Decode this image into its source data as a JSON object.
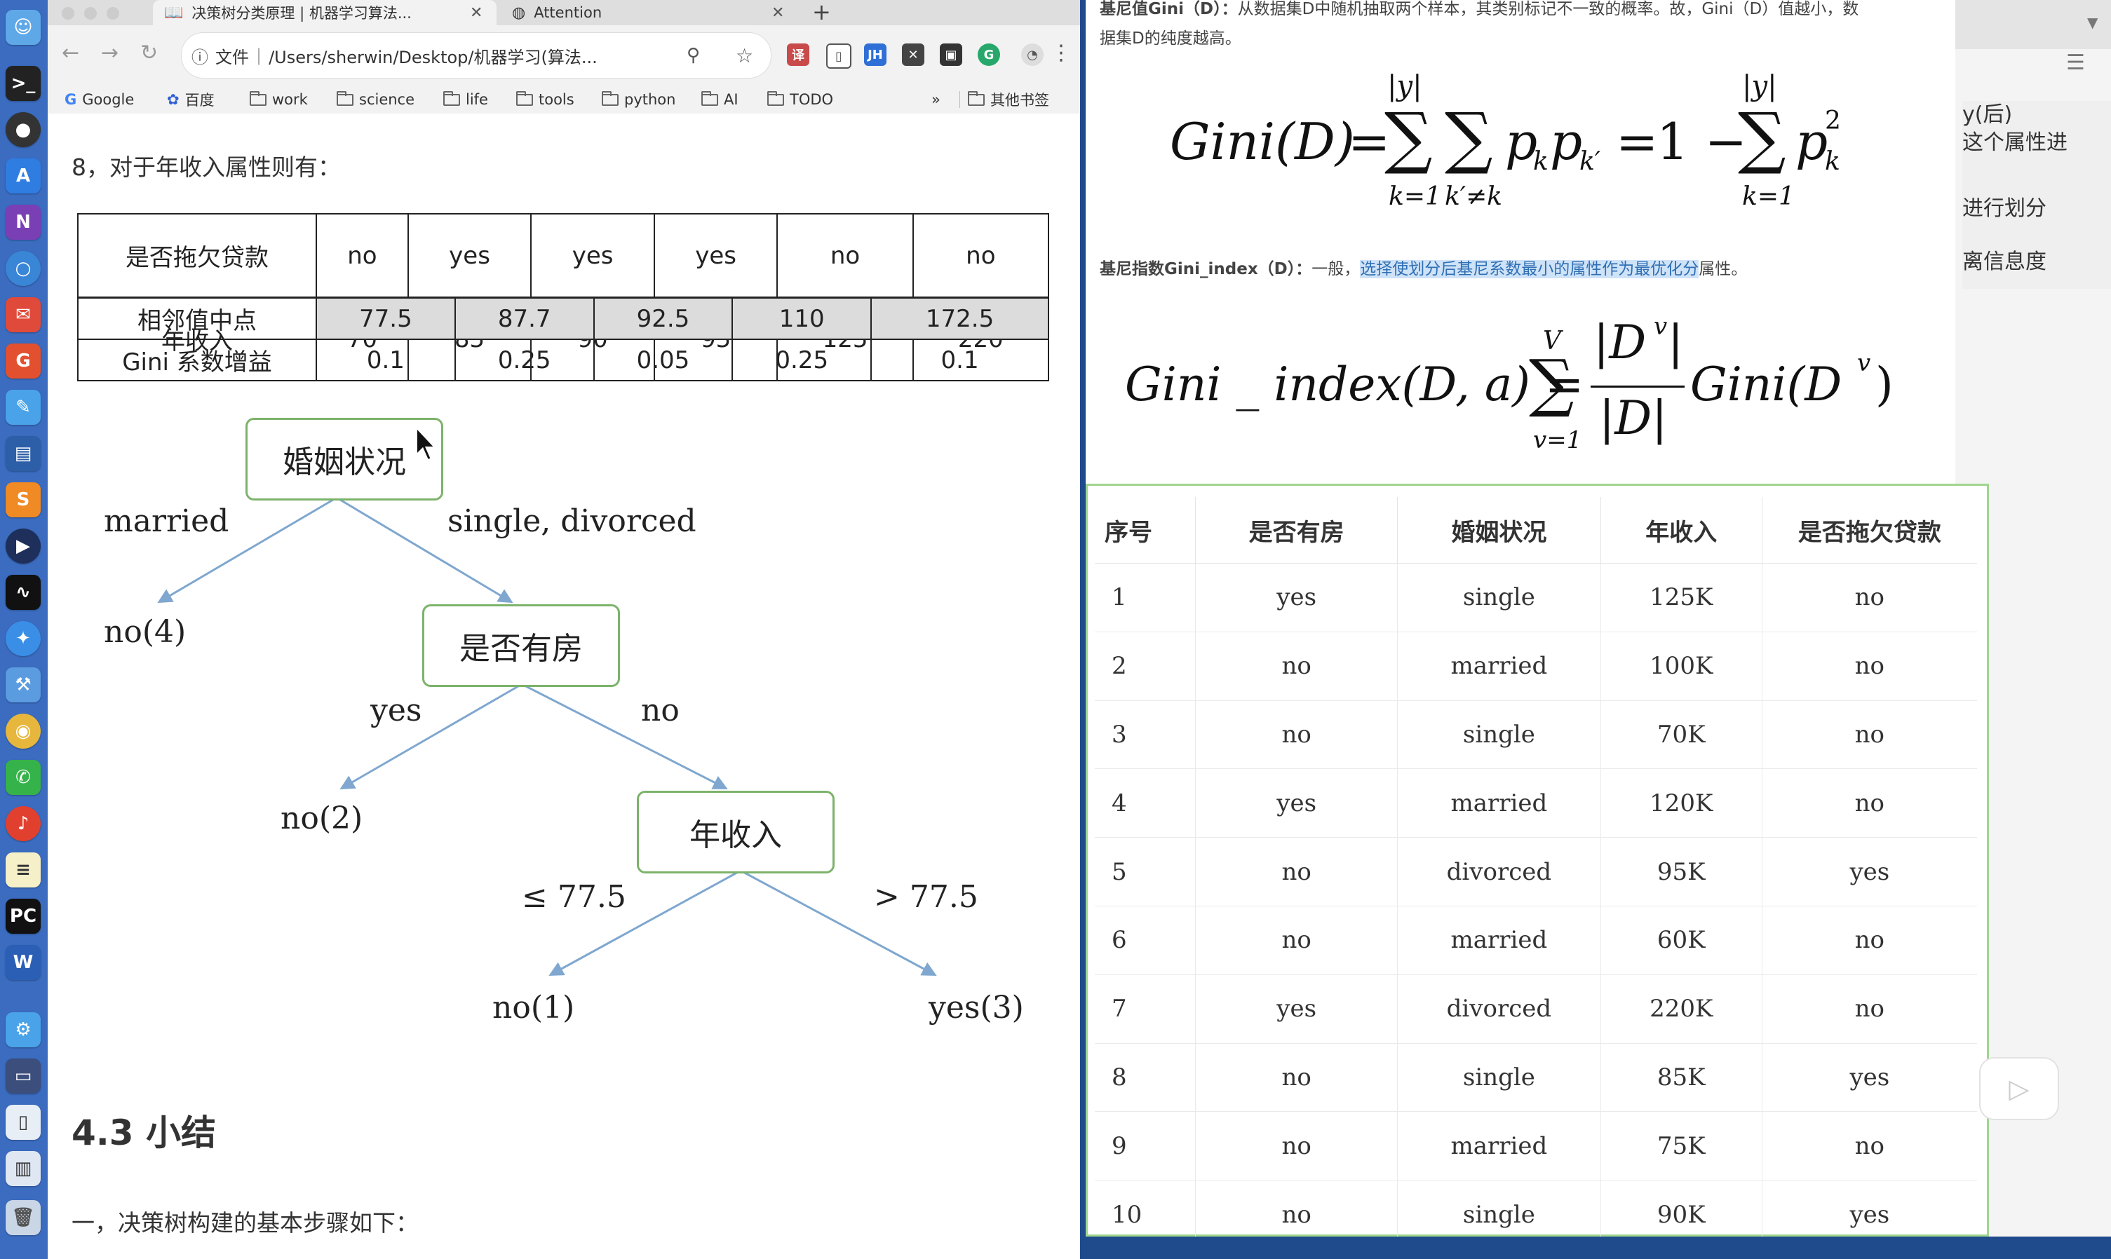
{
  "browser": {
    "tabs": [
      {
        "title": "决策树分类原理 | 机器学习算法..."
      },
      {
        "title": "Attention"
      }
    ],
    "new_tab": "+",
    "url_prefix": "文件",
    "url": "/Users/sherwin/Desktop/机器学习(算法...",
    "bookmarks": [
      "Google",
      "百度",
      "work",
      "science",
      "life",
      "tools",
      "python",
      "AI",
      "TODO"
    ],
    "bookmarks_more": "»",
    "other_bookmarks": "其他书签"
  },
  "left_doc": {
    "section_heading": "8，对于年收入属性则有：",
    "gini_table": {
      "rows": [
        {
          "label": "是否拖欠贷款",
          "values": [
            "no",
            "yes",
            "yes",
            "yes",
            "no",
            "no"
          ]
        },
        {
          "label": "年收入",
          "values": [
            "70",
            "85",
            "90",
            "95",
            "125",
            "220"
          ]
        },
        {
          "label": "相邻值中点",
          "values": [
            "77.5",
            "87.7",
            "92.5",
            "110",
            "172.5"
          ]
        },
        {
          "label": "Gini 系数增益",
          "values": [
            "0.1",
            "0.25",
            "0.05",
            "0.25",
            "0.1"
          ]
        }
      ]
    },
    "tree": {
      "root": "婚姻状况",
      "edge_married": "married",
      "edge_single": "single, divorced",
      "leaf_no4": "no(4)",
      "node_house": "是否有房",
      "edge_yes": "yes",
      "edge_no": "no",
      "leaf_no2": "no(2)",
      "node_income": "年收入",
      "edge_le": "≤ 77.5",
      "edge_gt": "> 77.5",
      "leaf_no1": "no(1)",
      "leaf_yes3": "yes(3)"
    },
    "subsection_heading": "4.3 小结",
    "list_intro": "一，决策树构建的基本步骤如下："
  },
  "right_doc": {
    "gini_intro_label": "基尼值Gini（D）：",
    "gini_intro_text": "从数据集D中随机抽取两个样本，其类别标记不一致的概率。故，Gini（D）值越小，数",
    "gini_intro_text2": "据集D的纯度越高。",
    "formula1_lhs": "Gini(D)",
    "formula1_sum_top": "|y|",
    "formula1_sum_bot1": "k=1",
    "formula1_sum_bot2": "k′≠k",
    "formula1_mid": "p",
    "formula1_sub1": "k",
    "formula1_sub2": "k′",
    "formula1_rhs": "1 −",
    "formula1_sum_bot3": "k=1",
    "formula1_sq": "2",
    "index_label": "基尼指数Gini_index（D）：",
    "index_text_pre": "一般，",
    "index_text_hl": "选择使划分后基尼系数最小的属性作为最优化分",
    "index_text_post": "属性。",
    "formula2_lhs": "Gini _ index(D, a) =",
    "formula2_sum_top": "V",
    "formula2_sum_bot": "v=1",
    "formula2_num": "|D",
    "formula2_num_sup": "v",
    "formula2_den": "|D|",
    "formula2_rhs": "Gini(D",
    "formula2_rhs_sup": "v",
    "formula2_close": ")",
    "data_table": {
      "headers": [
        "序号",
        "是否有房",
        "婚姻状况",
        "年收入",
        "是否拖欠贷款"
      ],
      "rows": [
        [
          "1",
          "yes",
          "single",
          "125K",
          "no"
        ],
        [
          "2",
          "no",
          "married",
          "100K",
          "no"
        ],
        [
          "3",
          "no",
          "single",
          "70K",
          "no"
        ],
        [
          "4",
          "yes",
          "married",
          "120K",
          "no"
        ],
        [
          "5",
          "no",
          "divorced",
          "95K",
          "yes"
        ],
        [
          "6",
          "no",
          "married",
          "60K",
          "no"
        ],
        [
          "7",
          "yes",
          "divorced",
          "220K",
          "no"
        ],
        [
          "8",
          "no",
          "single",
          "85K",
          "yes"
        ],
        [
          "9",
          "no",
          "married",
          "75K",
          "no"
        ],
        [
          "10",
          "no",
          "single",
          "90K",
          "yes"
        ]
      ]
    }
  },
  "side_panel": {
    "lines": [
      "y(后)",
      "这个属性进",
      "进行划分",
      "离信息度"
    ]
  },
  "colors": {
    "dock": "#3b6cc0",
    "node_border": "#7cb36a",
    "table_border": "#9fd68d",
    "highlight": "#cfe3f8",
    "tree_edge": "#7fa7cf"
  }
}
